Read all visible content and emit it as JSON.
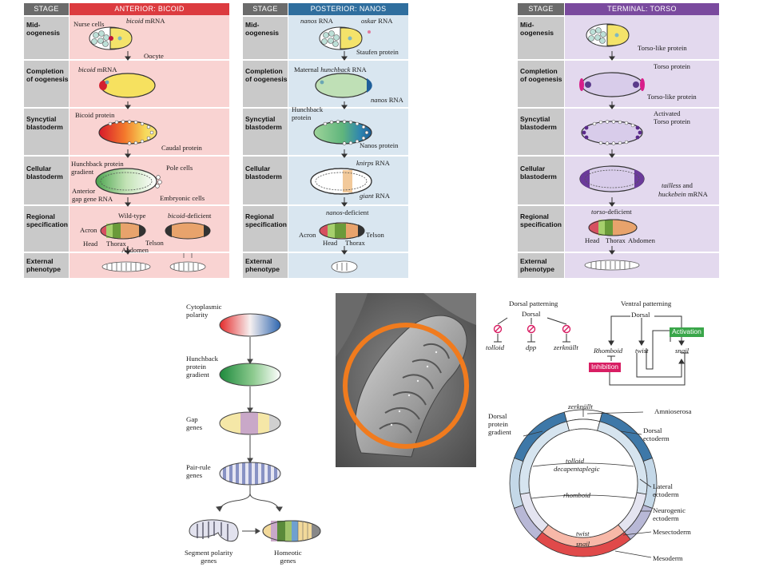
{
  "panels": {
    "stage_header": "STAGE",
    "stages": [
      "Mid-\noogenesis",
      "Completion\nof oogenesis",
      "Syncytial\nblastoderm",
      "Cellular\nblastoderm",
      "Regional\nspecification",
      "External\nphenotype"
    ],
    "anterior": {
      "title": "ANTERIOR: BICOID",
      "labels": {
        "nurse_cells": "Nurse cells",
        "bicoid_mrna": "bicoid",
        "mrna": "mRNA",
        "oocyte": "Oocyte",
        "bicoid_mrna2": "bicoid",
        "mrna2": "mRNA",
        "bicoid_protein": "Bicoid protein",
        "caudal_protein": "Caudal protein",
        "hunchback_gradient": "Hunchback protein\ngradient",
        "pole_cells": "Pole cells",
        "anterior_gap": "Anterior\ngap gene RNA",
        "embryonic_cells": "Embryonic cells",
        "wild_type": "Wild-type",
        "bicoid_deficient_i": "bicoid",
        "bicoid_deficient": "-deficient",
        "acron": "Acron",
        "head": "Head",
        "thorax": "Thorax",
        "telson": "Telson",
        "abdomen": "Abdomen"
      }
    },
    "posterior": {
      "title": "POSTERIOR: NANOS",
      "labels": {
        "nanos_rna": "nanos",
        "rna": "RNA",
        "oskar_rna": "oskar",
        "rna2": "RNA",
        "staufen": "Staufen protein",
        "maternal": "Maternal",
        "hunchback_i": "hunchback",
        "rna3": "RNA",
        "nanos_rna2": "nanos",
        "rna4": "RNA",
        "hunchback_protein": "Hunchback\nprotein",
        "nanos_protein": "Nanos protein",
        "knirps_i": "knirps",
        "rna5": "RNA",
        "giant_i": "giant",
        "rna6": "RNA",
        "nanos_deficient_i": "nanos",
        "nanos_deficient": "-deficient",
        "acron": "Acron",
        "head": "Head",
        "thorax": "Thorax",
        "telson": "Telson"
      }
    },
    "terminal": {
      "title": "TERMINAL: TORSO",
      "labels": {
        "torso_like": "Torso-like protein",
        "torso_protein": "Torso protein",
        "torso_like2": "Torso-like protein",
        "activated": "Activated\nTorso protein",
        "tailless_i": "tailless",
        "and": " and",
        "huckebein_i": "huckebein",
        "mrna": " mRNA",
        "torso_deficient_i": "torso",
        "torso_deficient": "-deficient",
        "head": "Head",
        "thorax": "Thorax",
        "abdomen": "Abdomen"
      }
    }
  },
  "cascade": {
    "cytoplasmic": "Cytoplasmic\npolarity",
    "hunchback": "Hunchback\nprotein\ngradient",
    "gap": "Gap\ngenes",
    "pair_rule": "Pair-rule\ngenes",
    "segment_polarity": "Segment polarity\ngenes",
    "homeotic": "Homeotic\ngenes"
  },
  "dorsal_patterning": {
    "title": "Dorsal patterning",
    "dorsal": "Dorsal",
    "targets": [
      "tolloid",
      "dpp",
      "zerknüllt"
    ]
  },
  "ventral_patterning": {
    "title": "Ventral patterning",
    "dorsal": "Dorsal",
    "rhomboid": "Rhomboid",
    "twist": "twist",
    "snail": "snail",
    "activation": "Activation",
    "inhibition": "Inhibition",
    "activation_color": "#3aa64a",
    "inhibition_color": "#d81e63"
  },
  "cross_section": {
    "zerknullt": "zerknüllt",
    "dorsal_gradient": "Dorsal\nprotein\ngradient",
    "tolloid": "tolloid",
    "decapentaplegic": "decapentaplegic",
    "rhomboid": "rhomboid",
    "twist": "twist",
    "snail": "snail",
    "amnioserosa": "Amnioserosa",
    "dorsal_ectoderm": "Dorsal\nectoderm",
    "lateral_ectoderm": "Lateral\nectoderm",
    "neurogenic_ectoderm": "Neurogenic\nectoderm",
    "mesectoderm": "Mesectoderm",
    "mesoderm": "Mesoderm"
  },
  "colors": {
    "anterior_bg": "#f9d3d2",
    "anterior_header": "#dc3b3f",
    "posterior_bg": "#d9e6f0",
    "posterior_header": "#2f6e9e",
    "terminal_bg": "#e3d9ee",
    "terminal_header": "#7a4a9e",
    "stage_bg": "#c9c9c9",
    "ring_highlight": "#f07b1e"
  }
}
